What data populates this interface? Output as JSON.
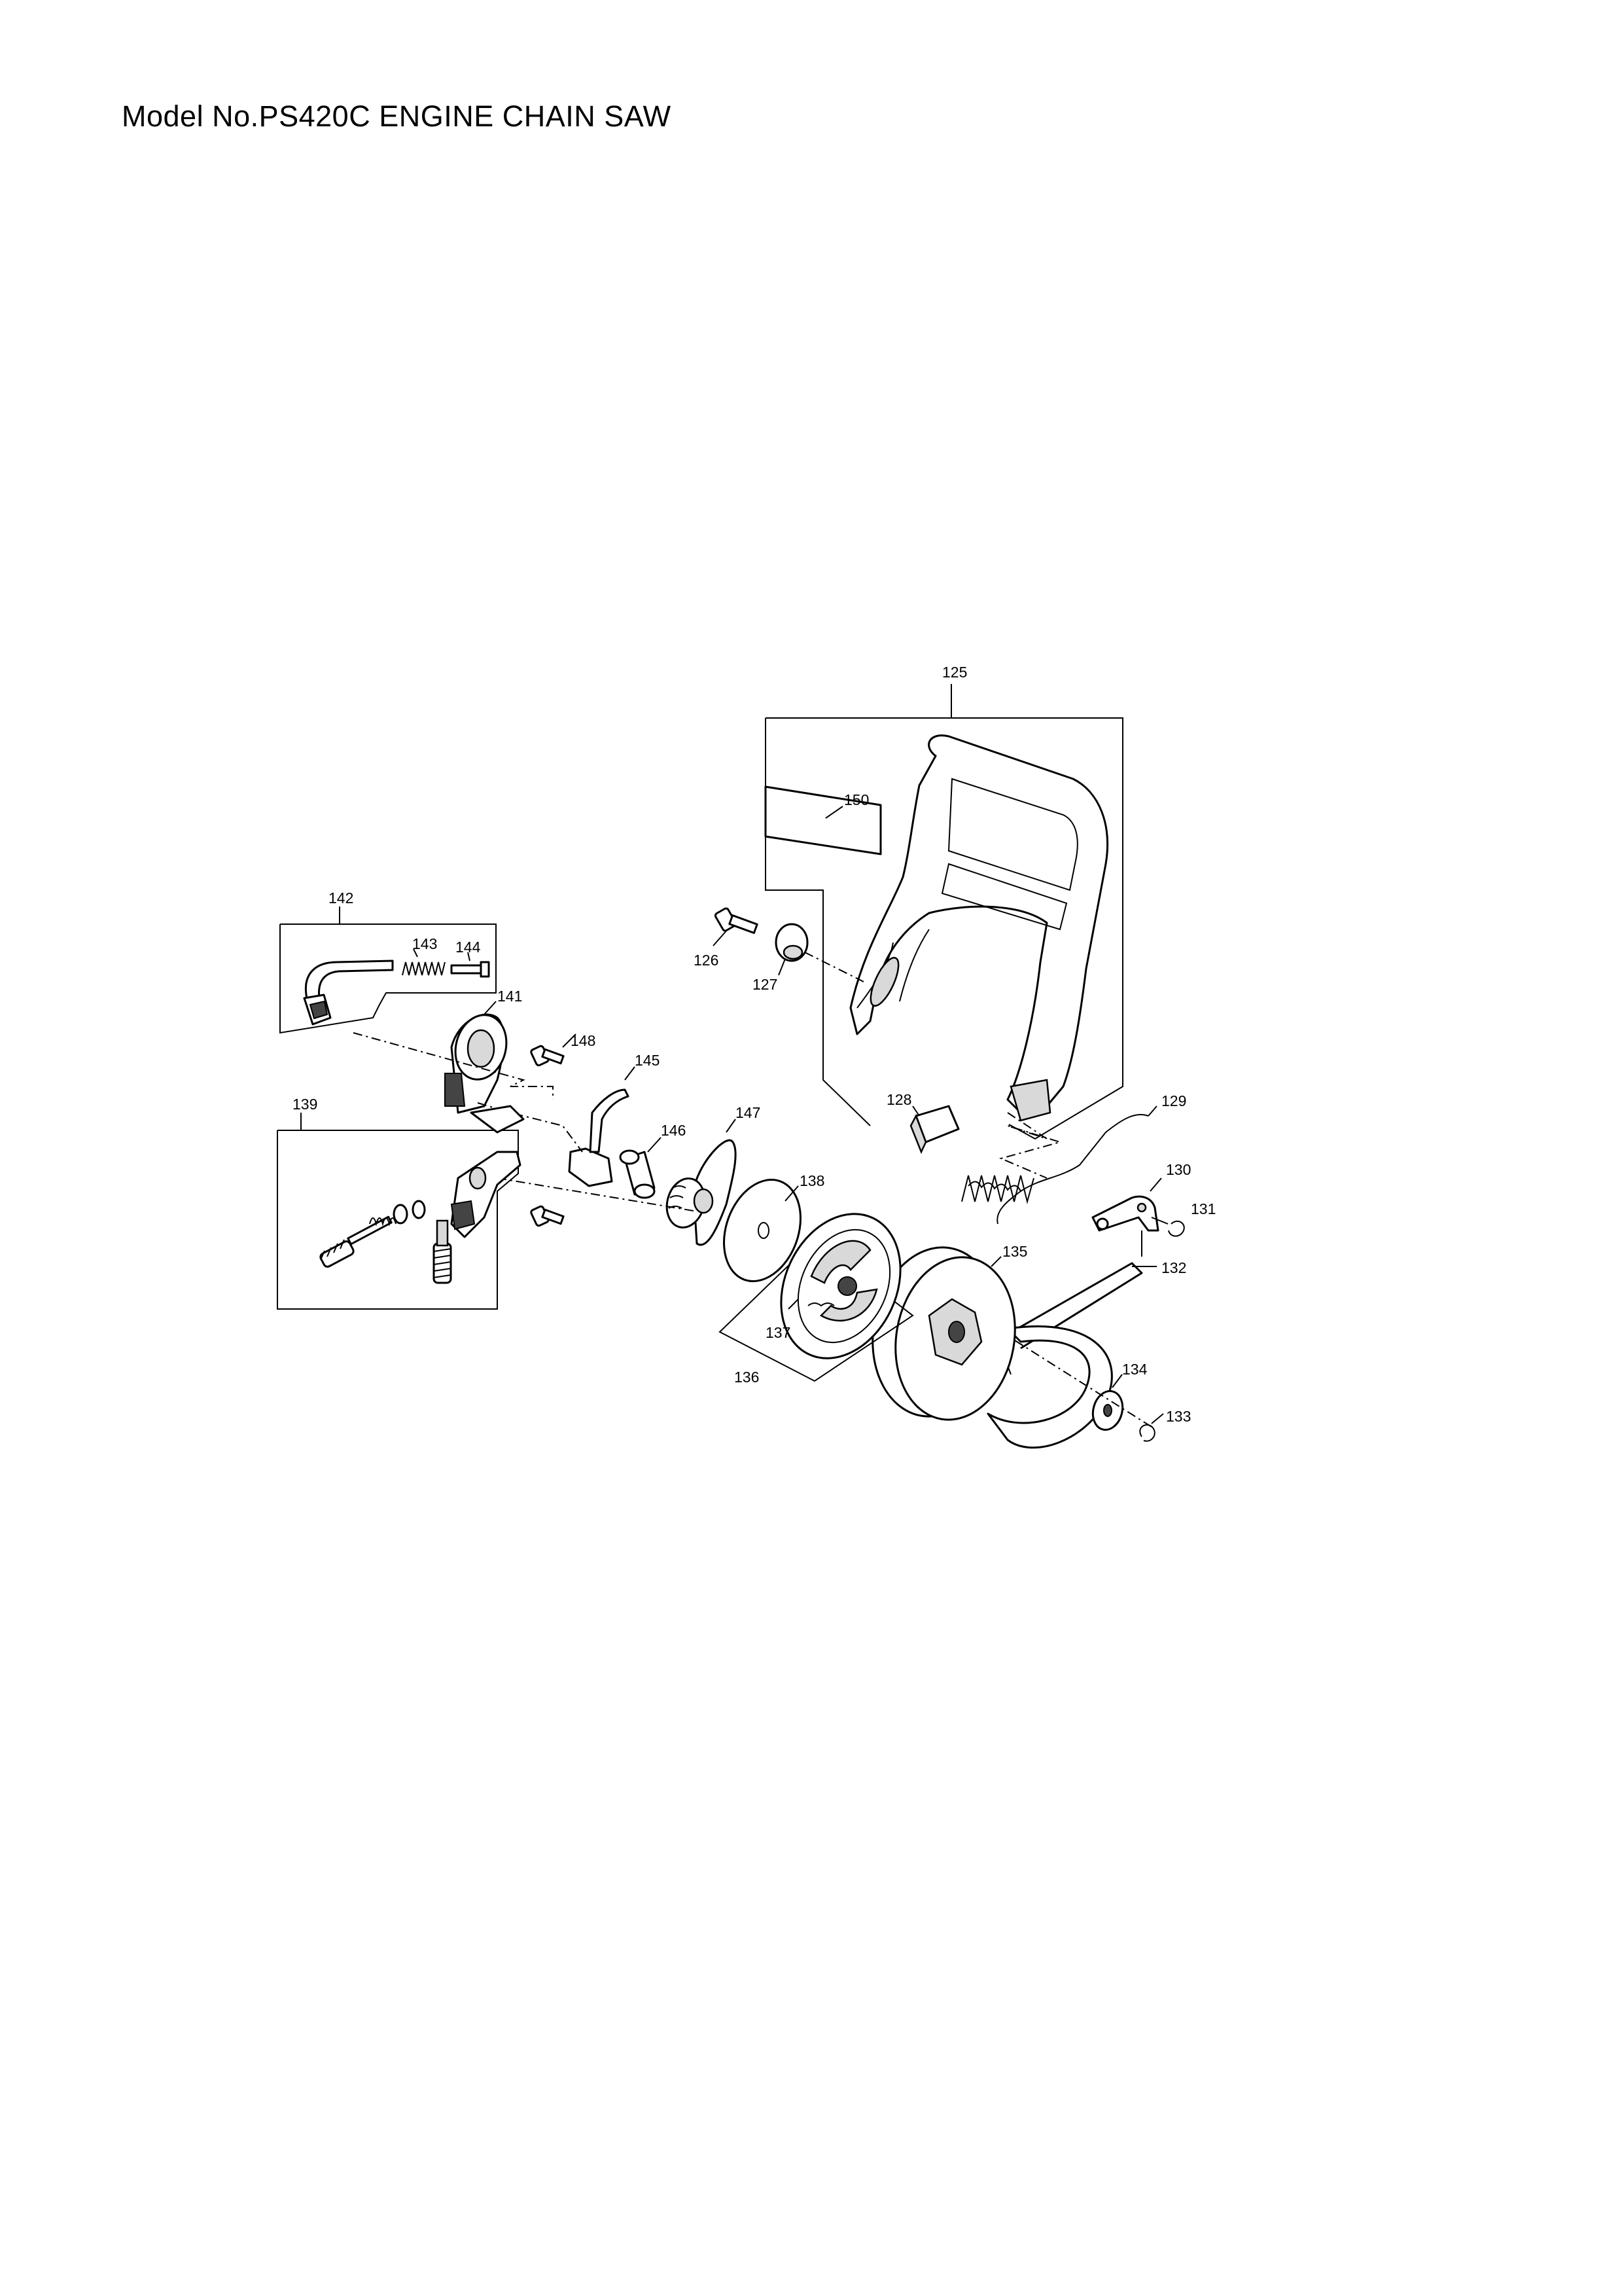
{
  "page": {
    "title": "Model No.PS420C ENGINE CHAIN SAW"
  },
  "parts": {
    "p125": "125",
    "p126": "126",
    "p127": "127",
    "p128": "128",
    "p129": "129",
    "p130": "130",
    "p131": "131",
    "p132": "132",
    "p133": "133",
    "p134": "134",
    "p135": "135",
    "p136": "136",
    "p137": "137",
    "p138": "138",
    "p139": "139",
    "p141": "141",
    "p142": "142",
    "p143": "143",
    "p144": "144",
    "p145": "145",
    "p146": "146",
    "p147": "147",
    "p148": "148",
    "p150": "150"
  }
}
